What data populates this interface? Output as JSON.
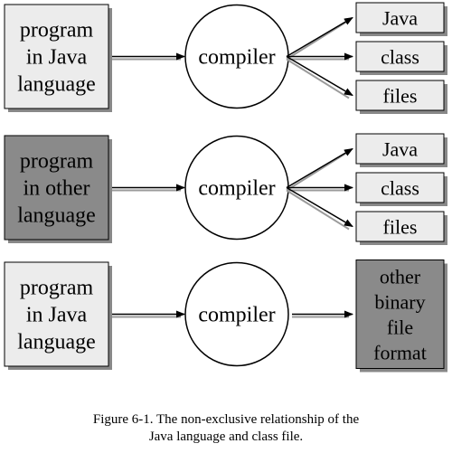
{
  "figure": {
    "colors": {
      "light_fill": "#ececec",
      "dark_fill": "#8a8a8a",
      "shadow": "#888888",
      "stroke": "#000000",
      "circle_fill": "#ffffff"
    },
    "rows": [
      {
        "source_lines": [
          "program",
          "in Java",
          "language"
        ],
        "source_shade": "light",
        "compiler_label": "compiler",
        "outputs": [
          {
            "lines": [
              "Java"
            ],
            "shade": "light"
          },
          {
            "lines": [
              "class"
            ],
            "shade": "light"
          },
          {
            "lines": [
              "files"
            ],
            "shade": "light"
          }
        ]
      },
      {
        "source_lines": [
          "program",
          "in other",
          "language"
        ],
        "source_shade": "dark",
        "compiler_label": "compiler",
        "outputs": [
          {
            "lines": [
              "Java"
            ],
            "shade": "light"
          },
          {
            "lines": [
              "class"
            ],
            "shade": "light"
          },
          {
            "lines": [
              "files"
            ],
            "shade": "light"
          }
        ]
      },
      {
        "source_lines": [
          "program",
          "in Java",
          "language"
        ],
        "source_shade": "light",
        "compiler_label": "compiler",
        "outputs": [
          {
            "lines": [
              "other",
              "binary",
              "file",
              "format"
            ],
            "shade": "dark"
          }
        ]
      }
    ],
    "caption": [
      "Figure 6-1. The non-exclusive relationship of the",
      "Java language and class file."
    ]
  }
}
